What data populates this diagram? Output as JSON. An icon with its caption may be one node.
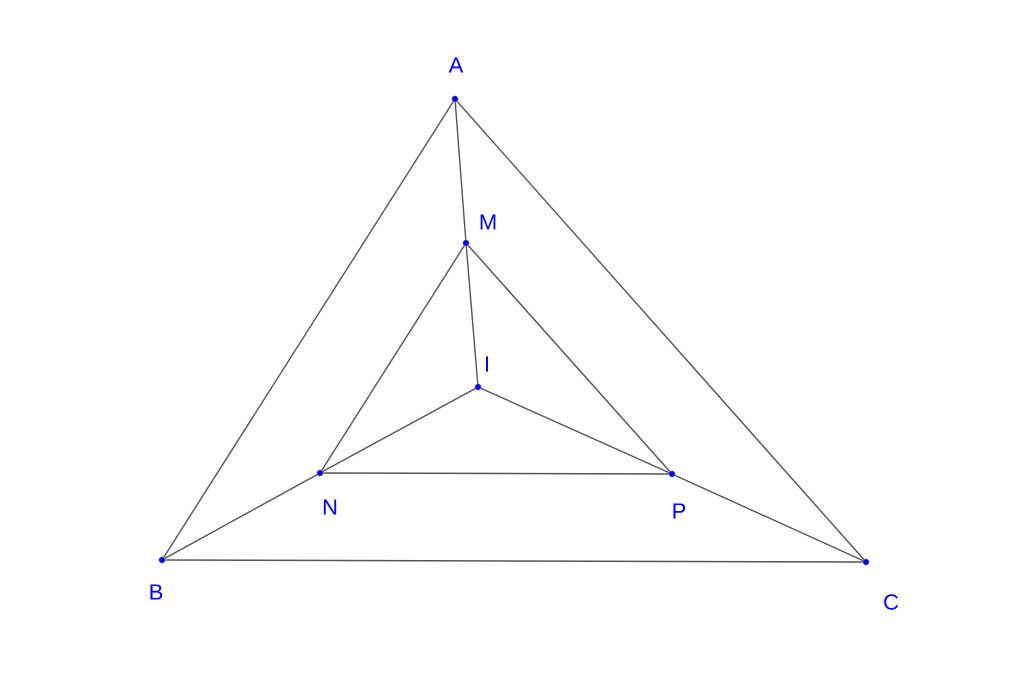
{
  "diagram": {
    "nodes": [
      {
        "text": [
          "A"
        ]
      },
      {
        "text": [
          "M"
        ]
      },
      {
        "text": [
          "I"
        ]
      },
      {
        "text": [
          "N"
        ]
      },
      {
        "text": [
          "P"
        ]
      },
      {
        "text": [
          "B"
        ]
      },
      {
        "text": [
          "C"
        ]
      }
    ],
    "edges": [
      {
        "from": 0,
        "to": 5,
        "arrow": "none"
      },
      {
        "from": 0,
        "to": 6,
        "arrow": "none"
      },
      {
        "from": 5,
        "to": 6,
        "arrow": "none"
      },
      {
        "from": 0,
        "to": 1,
        "arrow": "none"
      },
      {
        "from": 1,
        "to": 2,
        "arrow": "none"
      },
      {
        "from": 1,
        "to": 3,
        "arrow": "none"
      },
      {
        "from": 1,
        "to": 4,
        "arrow": "none"
      },
      {
        "from": 2,
        "to": 3,
        "arrow": "none"
      },
      {
        "from": 2,
        "to": 4,
        "arrow": "none"
      },
      {
        "from": 3,
        "to": 4,
        "arrow": "none"
      },
      {
        "from": 5,
        "to": 3,
        "arrow": "none"
      },
      {
        "from": 4,
        "to": 6,
        "arrow": "none"
      }
    ]
  }
}
